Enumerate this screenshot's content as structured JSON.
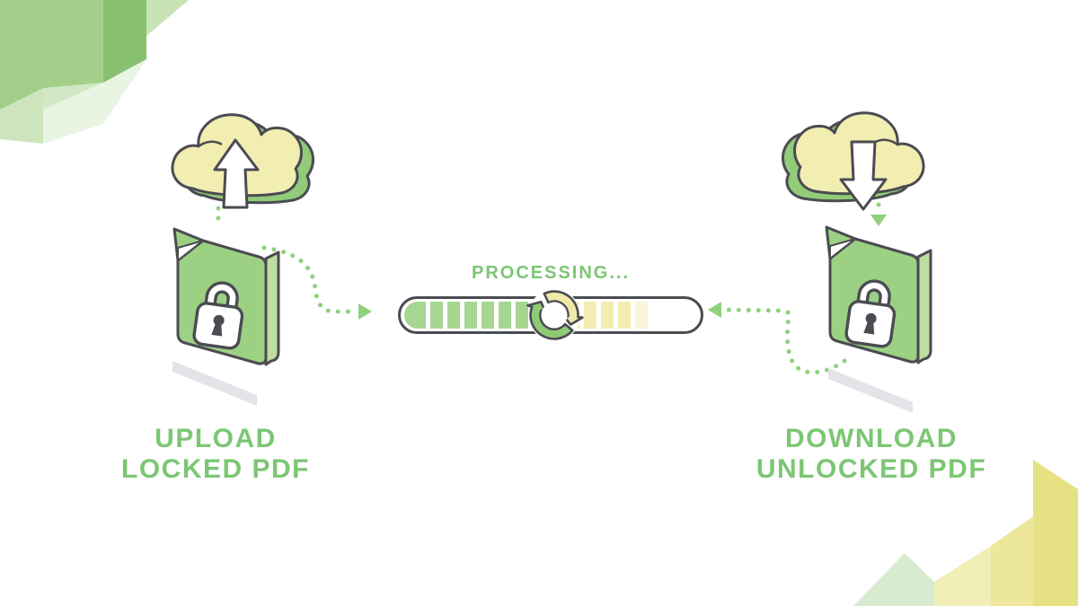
{
  "illustration": {
    "left": {
      "cloud_icon": "cloud-upload-icon",
      "doc_icon": "locked-pdf-document-icon",
      "label_line1": "UPLOAD",
      "label_line2": "LOCKED PDF"
    },
    "center": {
      "status_label": "PROCESSING...",
      "sync_icon": "sync-arrows-icon",
      "progress": {
        "segments": [
          "green",
          "green",
          "green",
          "green",
          "green",
          "green",
          "green",
          "green",
          "green",
          "yellow",
          "yellow",
          "yellow",
          "yellow",
          "yellow_faint"
        ],
        "approx_percent_filled": 77
      }
    },
    "right": {
      "cloud_icon": "cloud-download-icon",
      "doc_icon": "locked-pdf-document-icon",
      "label_line1": "DOWNLOAD",
      "label_line2": "UNLOCKED PDF"
    }
  },
  "palette": {
    "label_green": "#7cc674",
    "outline_dark": "#4b4b52",
    "doc_green": "#9cd184",
    "doc_side_green": "#bede9f",
    "cloud_yellow": "#f2eeb2",
    "cloud_green": "#92cb79",
    "segment_green": "#a6d691",
    "segment_yellow": "#f2edb0",
    "segment_yellow_faint": "#f8f5d8",
    "dot_green": "#8ed17c",
    "shadow_gray": "#e4e4e8",
    "sync_green": "#8fca74",
    "sync_yellow": "#f0e9a8",
    "decor_green_1": "#a3cf8a",
    "decor_green_2": "#88c06f",
    "decor_green_3": "#c8e3b4",
    "decor_green_4": "#cde5bc",
    "decor_green_5": "#e2f0d8",
    "decor_yellow_1": "#e6e183",
    "decor_yellow_2": "#ece79b",
    "decor_yellow_3": "#f1eeb6",
    "decor_pale_green": "#d9ebcf"
  }
}
